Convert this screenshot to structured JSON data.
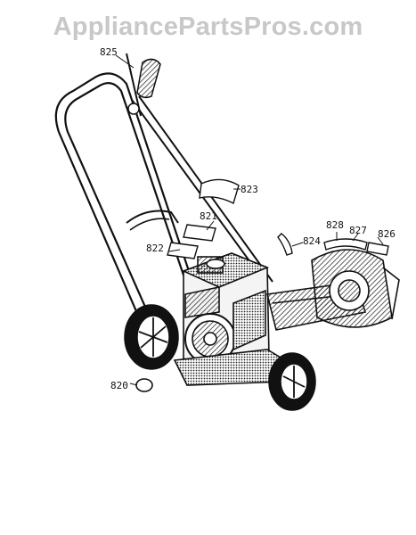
{
  "watermark": "AppliancePartsPros.com",
  "parts": [
    {
      "id": "825",
      "label": "825"
    },
    {
      "id": "823",
      "label": "823"
    },
    {
      "id": "821",
      "label": "821"
    },
    {
      "id": "822",
      "label": "822"
    },
    {
      "id": "824",
      "label": "824"
    },
    {
      "id": "828",
      "label": "828"
    },
    {
      "id": "827",
      "label": "827"
    },
    {
      "id": "826",
      "label": "826"
    },
    {
      "id": "820",
      "label": "820"
    }
  ]
}
